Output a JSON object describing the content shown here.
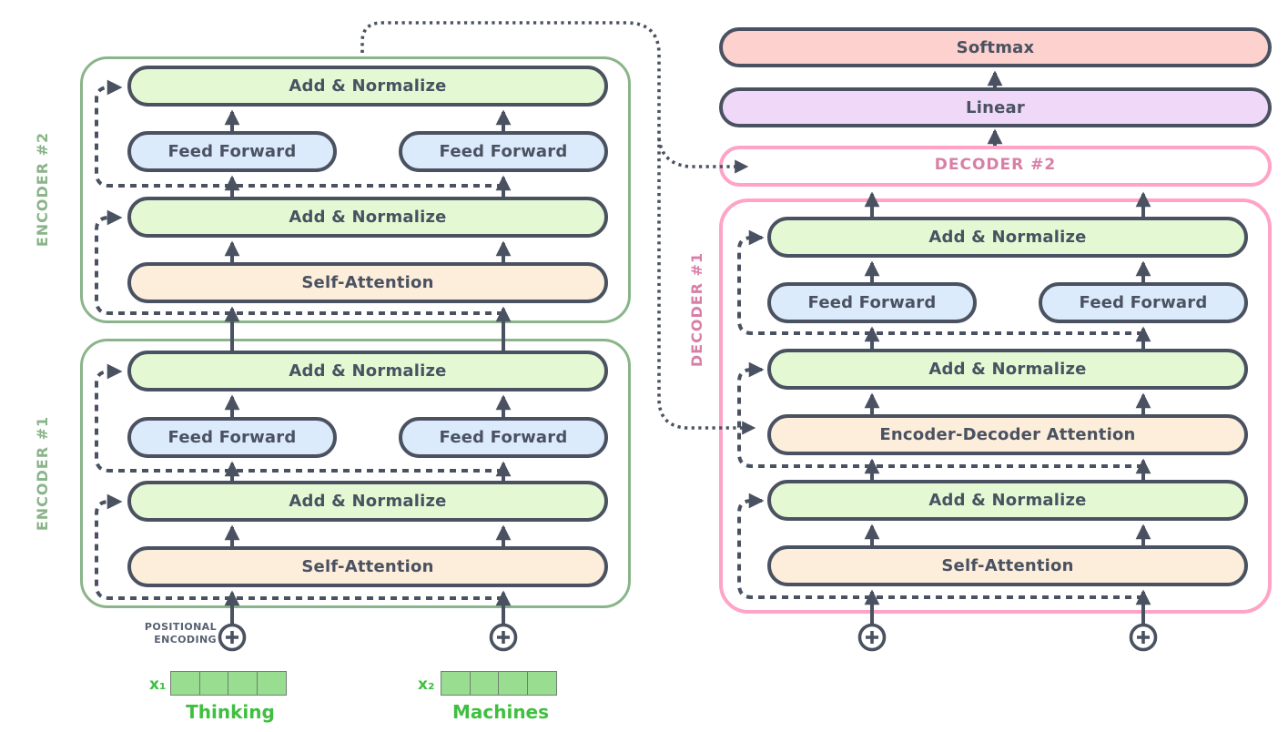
{
  "blocks": {
    "add_normalize": "Add & Normalize",
    "feed_forward": "Feed Forward",
    "self_attention": "Self-Attention",
    "encoder_decoder_attention": "Encoder-Decoder Attention",
    "softmax": "Softmax",
    "linear": "Linear"
  },
  "stacks": {
    "encoder1_label": "ENCODER #1",
    "encoder2_label": "ENCODER #2",
    "decoder1_label": "DECODER #1",
    "decoder2_label": "DECODER #2"
  },
  "inputs": {
    "positional_encoding_line1": "POSITIONAL",
    "positional_encoding_line2": "ENCODING",
    "x1_label": "x₁",
    "x2_label": "x₂",
    "token1": "Thinking",
    "token2": "Machines",
    "embedding_cells_per_vector": 4
  },
  "colors": {
    "add_normalize_fill": "#e4f9d3",
    "feed_forward_fill": "#dcebfb",
    "attention_fill": "#fdeedc",
    "softmax_fill": "#fdd1cd",
    "linear_fill": "#f0d9f8",
    "block_border": "#4a5261",
    "connector": "#4a5261",
    "encoder_outline": "#8ab48a",
    "encoder_label_text": "#8ab48a",
    "decoder_outline": "#ffa3c7",
    "decoder_label_text": "#d87fa6",
    "embedding_text_green": "#3fbf3f",
    "embedding_cell_fill": "#98dd90",
    "positional_caption_text": "#566070"
  }
}
